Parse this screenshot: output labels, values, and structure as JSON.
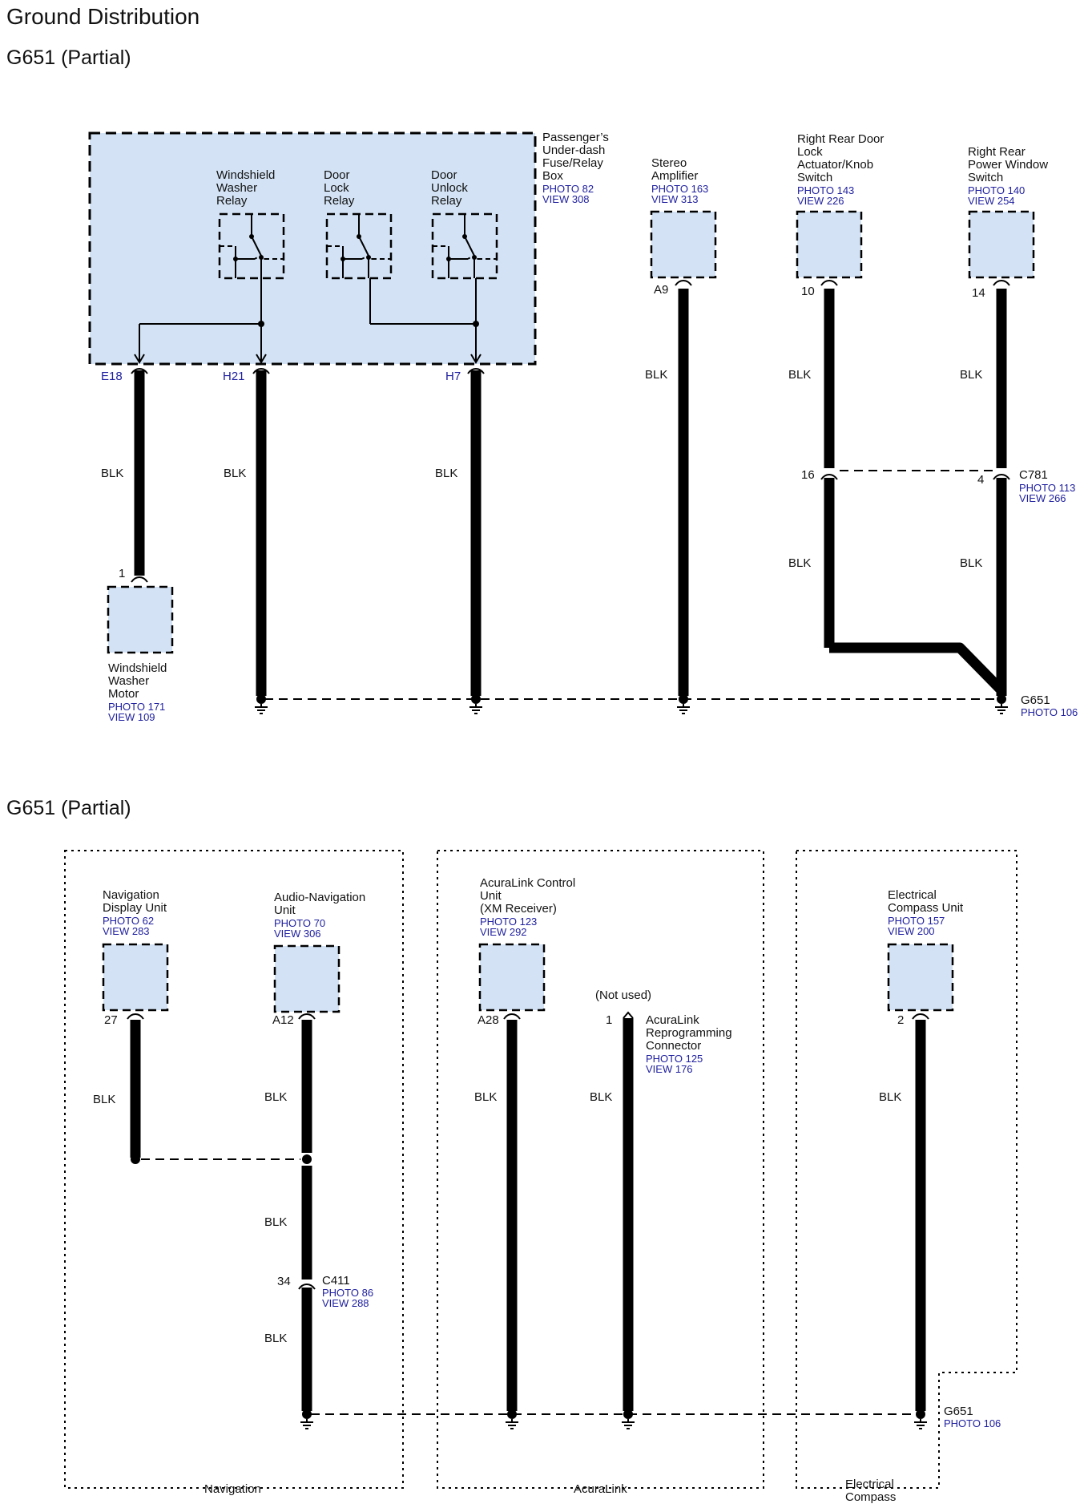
{
  "title": "Ground Distribution",
  "section1": {
    "heading": "G651 (Partial)"
  },
  "section2": {
    "heading": "G651 (Partial)"
  },
  "s1": {
    "fusebox": {
      "l1": "Passenger’s",
      "l2": "Under-dash",
      "l3": "Fuse/Relay",
      "l4": "Box",
      "photo": "PHOTO 82",
      "view": "VIEW 308"
    },
    "relay_washer": {
      "l1": "Windshield",
      "l2": "Washer",
      "l3": "Relay"
    },
    "relay_lock": {
      "l1": "Door",
      "l2": "Lock",
      "l3": "Relay"
    },
    "relay_unlock": {
      "l1": "Door",
      "l2": "Unlock",
      "l3": "Relay"
    },
    "pin_e18": "E18",
    "pin_h21": "H21",
    "pin_h7": "H7",
    "blk_e18": "BLK",
    "blk_h21": "BLK",
    "blk_h7": "BLK",
    "motor": {
      "pin": "1",
      "l1": "Windshield",
      "l2": "Washer",
      "l3": "Motor",
      "photo": "PHOTO 171",
      "view": "VIEW 109"
    },
    "stereo": {
      "l1": "Stereo",
      "l2": "Amplifier",
      "photo": "PHOTO 163",
      "view": "VIEW 313",
      "pin": "A9",
      "blk": "BLK"
    },
    "door_lock_switch": {
      "l1": "Right Rear Door",
      "l2": "Lock",
      "l3": "Actuator/Knob",
      "l4": "Switch",
      "photo": "PHOTO 143",
      "view": "VIEW 226",
      "pin": "10",
      "blk1": "BLK",
      "pin2": "16",
      "blk2": "BLK"
    },
    "window_switch": {
      "l1": "Right Rear",
      "l2": "Power Window",
      "l3": "Switch",
      "photo": "PHOTO 140",
      "view": "VIEW 254",
      "pin": "14",
      "blk1": "BLK",
      "pin2": "4",
      "blk2": "BLK"
    },
    "c781": {
      "name": "C781",
      "photo": "PHOTO 113",
      "view": "VIEW 266"
    },
    "g651": {
      "name": "G651",
      "photo": "PHOTO 106"
    }
  },
  "s2": {
    "nav_display": {
      "l1": "Navigation",
      "l2": "Display Unit",
      "photo": "PHOTO 62",
      "view": "VIEW 283",
      "pin": "27",
      "blk": "BLK"
    },
    "audio_nav": {
      "l1": "Audio-Navigation",
      "l2": "Unit",
      "photo": "PHOTO 70",
      "view": "VIEW 306",
      "pin": "A12",
      "blk1": "BLK",
      "blk2": "BLK",
      "blk3": "BLK"
    },
    "c411": {
      "pin": "34",
      "name": "C411",
      "photo": "PHOTO 86",
      "view": "VIEW 288"
    },
    "acuralink_unit": {
      "l1": "AcuraLink Control",
      "l2": "Unit",
      "l3": "(XM Receiver)",
      "photo": "PHOTO 123",
      "view": "VIEW 292",
      "pin": "A28",
      "blk": "BLK"
    },
    "reprog": {
      "not_used": "(Not used)",
      "pin": "1",
      "l1": "AcuraLink",
      "l2": "Reprogramming",
      "l3": "Connector",
      "photo": "PHOTO 125",
      "view": "VIEW 176",
      "blk": "BLK"
    },
    "compass_unit": {
      "l1": "Electrical",
      "l2": "Compass Unit",
      "photo": "PHOTO 157",
      "view": "VIEW 200",
      "pin": "2",
      "blk": "BLK"
    },
    "g651": {
      "name": "G651",
      "photo": "PHOTO 106"
    },
    "group_nav": "Navigation",
    "group_acuralink": "AcuraLink",
    "group_compass": {
      "l1": "Electrical",
      "l2": "Compass"
    }
  }
}
